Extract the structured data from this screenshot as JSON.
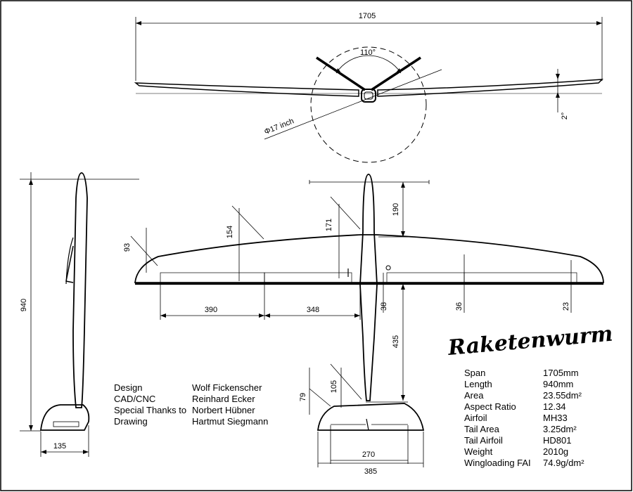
{
  "title": "Raketenwurm",
  "specs": [
    {
      "label": "Span",
      "value": "1705mm"
    },
    {
      "label": "Length",
      "value": "940mm"
    },
    {
      "label": "Area",
      "value": "23.55dm²"
    },
    {
      "label": "Aspect Ratio",
      "value": "12.34"
    },
    {
      "label": "Airfoil",
      "value": "MH33"
    },
    {
      "label": "Tail Area",
      "value": "3.25dm²"
    },
    {
      "label": "Tail Airfoil",
      "value": "HD801"
    },
    {
      "label": "Weight",
      "value": "2010g"
    },
    {
      "label": "Wingloading FAI",
      "value": "74.9g/dm²"
    }
  ],
  "credits": [
    {
      "role": "Design",
      "name": "Wolf Fickenscher"
    },
    {
      "role": "CAD/CNC",
      "name": "Reinhard Ecker"
    },
    {
      "role": "Special Thanks to",
      "name": "Norbert Hübner"
    },
    {
      "role": "Drawing",
      "name": "Hartmut Siegmann"
    }
  ],
  "dimensions": {
    "span": "1705",
    "vtail_angle": "110°",
    "dihedral": "2°",
    "circle_diameter": "Φ17 inch",
    "length": "940",
    "side_tail": "135",
    "wing_chord_tip": "93",
    "wing_chord_mid": "154",
    "wing_chord_root": "171",
    "nose_to_le": "190",
    "panel_outer": "390",
    "panel_inner": "348",
    "flap_root": "38",
    "flap_mid": "36",
    "flap_tip": "23",
    "wing_to_tail": "435",
    "tail_chord_root": "105",
    "tail_chord_tip": "79",
    "tail_inner": "270",
    "tail_span": "385"
  }
}
